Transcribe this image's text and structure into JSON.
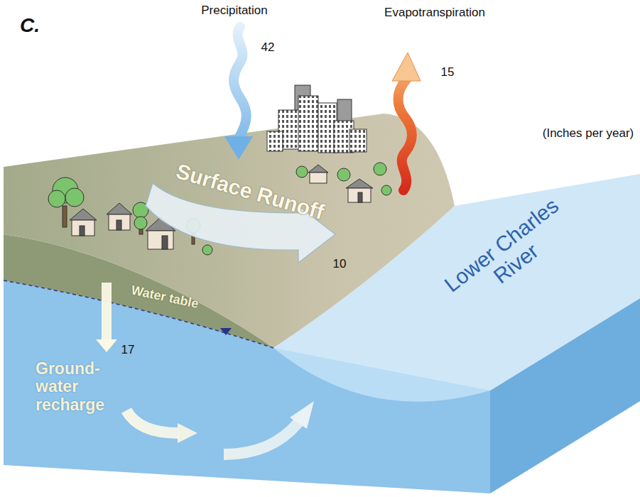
{
  "diagram": {
    "labels": [
      "C.",
      "Precipitation",
      "42",
      "Evapotranspiration",
      "15",
      "(Inches per year)",
      "Surface Runoff",
      "10",
      "Water table",
      "17",
      "Ground- water recharge",
      "Lower Charles River"
    ]
  }
}
